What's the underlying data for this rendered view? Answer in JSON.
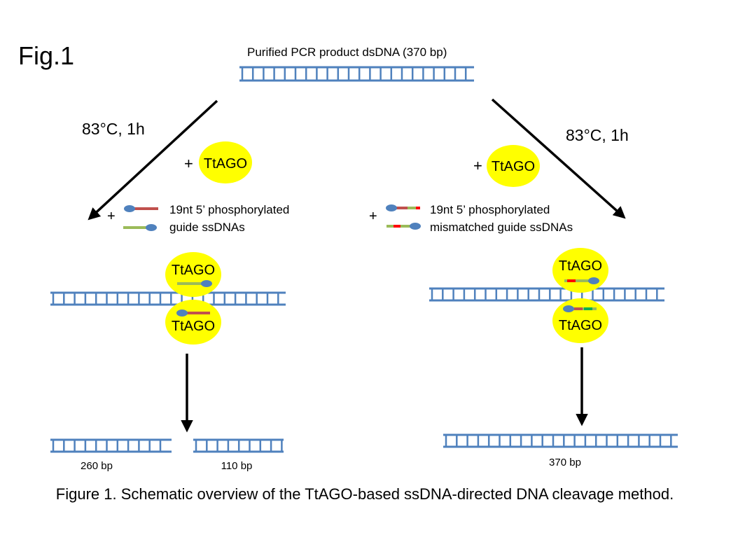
{
  "fig_label": "Fig.1",
  "top_label": "Purified PCR product dsDNA (370 bp)",
  "left": {
    "condition": "83°C, 1h",
    "plus_enzyme": "+",
    "enzyme": "TtAGO",
    "plus_guide": "+",
    "guide_line1": "19nt 5’ phosphorylated",
    "guide_line2": "guide ssDNAs",
    "complex_top": "TtAGO",
    "complex_bottom": "TtAGO",
    "product1": "260 bp",
    "product2": "110 bp"
  },
  "right": {
    "condition": "83°C, 1h",
    "plus_enzyme": "+",
    "enzyme": "TtAGO",
    "plus_guide": "+",
    "guide_line1": "19nt 5’ phosphorylated",
    "guide_line2": "mismatched guide ssDNAs",
    "complex_top": "TtAGO",
    "complex_bottom": "TtAGO",
    "product": "370 bp"
  },
  "caption": "Figure 1. Schematic overview of the TtAGO-based ssDNA-directed DNA cleavage method.",
  "colors": {
    "dna": "#4f81bd",
    "enzyme": "#ffff00",
    "guide_red": "#c0504d",
    "guide_green": "#9bbb59",
    "mismatch_red": "#ff0000",
    "mismatch_green": "#00b050",
    "arrow": "#000000"
  }
}
